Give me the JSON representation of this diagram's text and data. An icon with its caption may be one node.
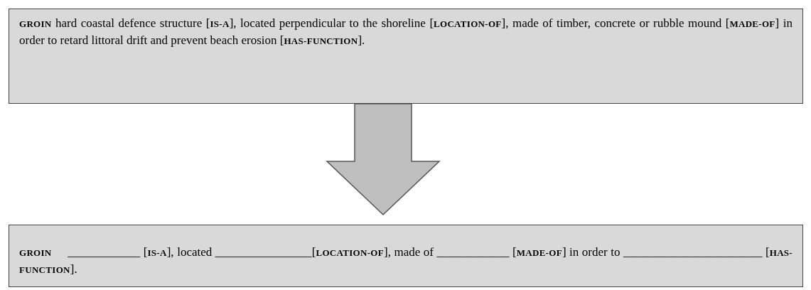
{
  "diagram": {
    "nodes": [
      {
        "text": [
          "**GROIN** hard coastal defence structure [**IS-A**], located perpendicular to the shoreline [**LOCATION-OF**], made of timber, concrete or rubble mound [**MADE-OF**] in order to retard littoral drift and prevent beach erosion [**HAS-FUNCTION**]."
        ]
      },
      {
        "text": [
          "**GROIN**     ____________ [**IS-A**], located ________________[**LOCATION-OF**], made of ____________ [**MADE-OF**] in order to _______________________ [**HAS-FUNCTION**]."
        ]
      }
    ],
    "edges": [
      {
        "from": 0,
        "to": 1,
        "arrow": "to"
      }
    ]
  }
}
